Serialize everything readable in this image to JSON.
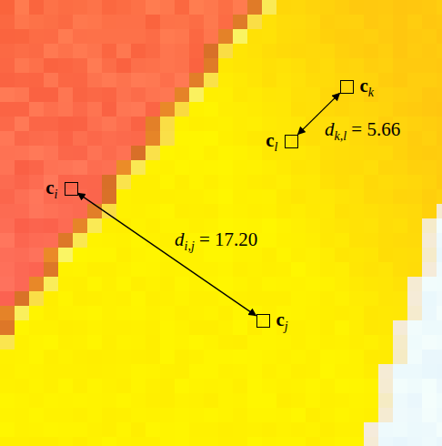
{
  "diagram": {
    "nodes": [
      {
        "text": [
          "ck"
        ]
      },
      {
        "text": [
          "cl"
        ]
      },
      {
        "text": [
          "ci"
        ]
      },
      {
        "text": [
          "cj"
        ]
      }
    ],
    "edges": [
      {
        "from": 1,
        "to": 0,
        "arrow": "both",
        "label": "dk,l = 5.66"
      },
      {
        "from": 2,
        "to": 3,
        "arrow": "both",
        "label": "di,j = 17.20"
      }
    ]
  }
}
